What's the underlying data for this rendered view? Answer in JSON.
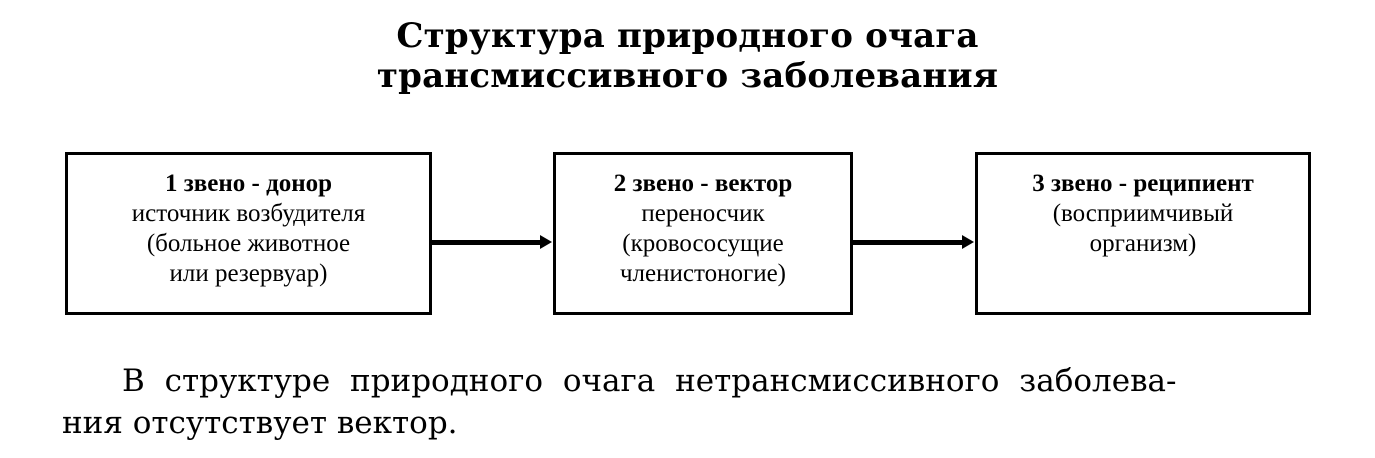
{
  "title": {
    "line1": "Структура природного очага",
    "line2": "трансмиссивного заболевания"
  },
  "diagram": {
    "boxes": [
      {
        "heading": "1 звено - донор",
        "lines": [
          "источник возбудителя",
          "(больное животное",
          "или резервуар)"
        ]
      },
      {
        "heading": "2 звено - вектор",
        "lines": [
          "переносчик",
          "(кровососущие",
          "членистоногие)"
        ]
      },
      {
        "heading": "3 звено - реципиент",
        "lines": [
          "(восприимчивый",
          "организм)"
        ]
      }
    ]
  },
  "text": {
    "line1": "В структуре природного очага нетрансмиссивного заболева-",
    "line2": "ния отсутствует вектор."
  }
}
